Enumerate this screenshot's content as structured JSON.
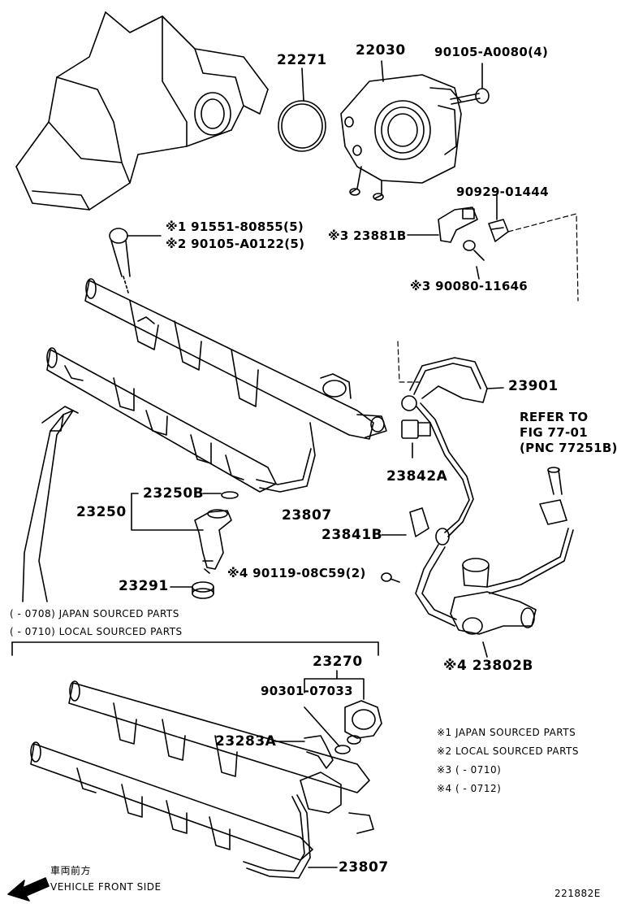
{
  "parts": {
    "p22271": "22271",
    "p22030": "22030",
    "p90105a0080": "90105-A0080(4)",
    "p90929": "90929-01444",
    "p91551": "※1 91551-80855(5)",
    "p90105a0122": "※2 90105-A0122(5)",
    "p23881b": "※3 23881B",
    "p90080": "※3 90080-11646",
    "p23901": "23901",
    "refer1": "REFER TO",
    "refer2": "FIG 77-01",
    "refer3": "(PNC 77251B)",
    "p23842a": "23842A",
    "p23250b": "23250B",
    "p23250": "23250",
    "p23807a": "23807",
    "p23841b": "23841B",
    "p90119": "※4 90119-08C59(2)",
    "p23291": "23291",
    "p23802b": "※4 23802B",
    "p23270": "23270",
    "p90301": "90301-07033",
    "p23283a": "23283A",
    "p23807b": "23807"
  },
  "notes": {
    "range1": "(      - 0708) JAPAN SOURCED PARTS",
    "range2": "(      - 0710) LOCAL SOURCED PARTS",
    "legend1": "※1 JAPAN SOURCED PARTS",
    "legend2": "※2 LOCAL SOURCED PARTS",
    "legend3": "※3 (      - 0710)",
    "legend4": "※4 (      - 0712)",
    "front_jp": "車両前方",
    "front_en": "VEHICLE FRONT SIDE",
    "fig_id": "221882E"
  }
}
